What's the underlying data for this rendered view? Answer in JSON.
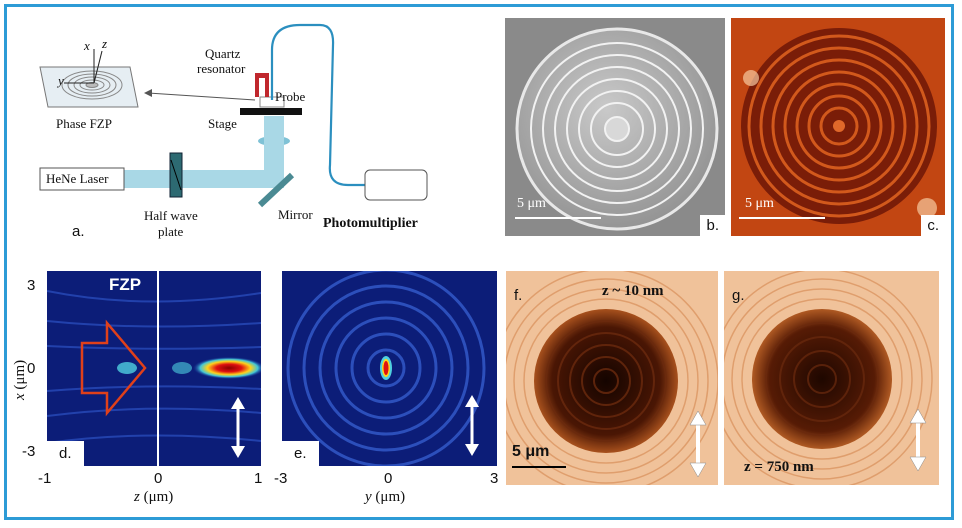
{
  "panel_a": {
    "letter": "a.",
    "phase_fzp": "Phase FZP",
    "quartz_1": "Quartz",
    "quartz_2": "resonator",
    "probe": "Probe",
    "stage": "Stage",
    "laser": "HeNe Laser",
    "half_1": "Half wave",
    "half_2": "plate",
    "mirror": "Mirror",
    "pmt": "Photomultiplier",
    "axis_x": "x",
    "axis_y": "y",
    "axis_z": "z"
  },
  "panel_b": {
    "letter": "b.",
    "scale": "5 μm"
  },
  "panel_c": {
    "letter": "c.",
    "scale": "5 μm"
  },
  "panel_d": {
    "letter": "d.",
    "fzp": "FZP",
    "xticks": [
      "-1",
      "0",
      "1"
    ],
    "yticks": [
      "3",
      "0",
      "-3"
    ],
    "xlabel_var": "z",
    "xlabel_unit": " (μm)",
    "ylabel_var": "x",
    "ylabel_unit": " (μm)"
  },
  "panel_e": {
    "letter": "e.",
    "xticks": [
      "-3",
      "0",
      "3"
    ],
    "xlabel_var": "y",
    "xlabel_unit": " (μm)"
  },
  "panel_f": {
    "letter": "f.",
    "z_label": "z ~ 10 nm",
    "scale": "5 μm"
  },
  "panel_g": {
    "letter": "g.",
    "z_label": "z = 750 nm"
  },
  "colors": {
    "frame": "#2d9bd6",
    "beam": "#a9d8e6",
    "resonator": "#c0272d"
  }
}
